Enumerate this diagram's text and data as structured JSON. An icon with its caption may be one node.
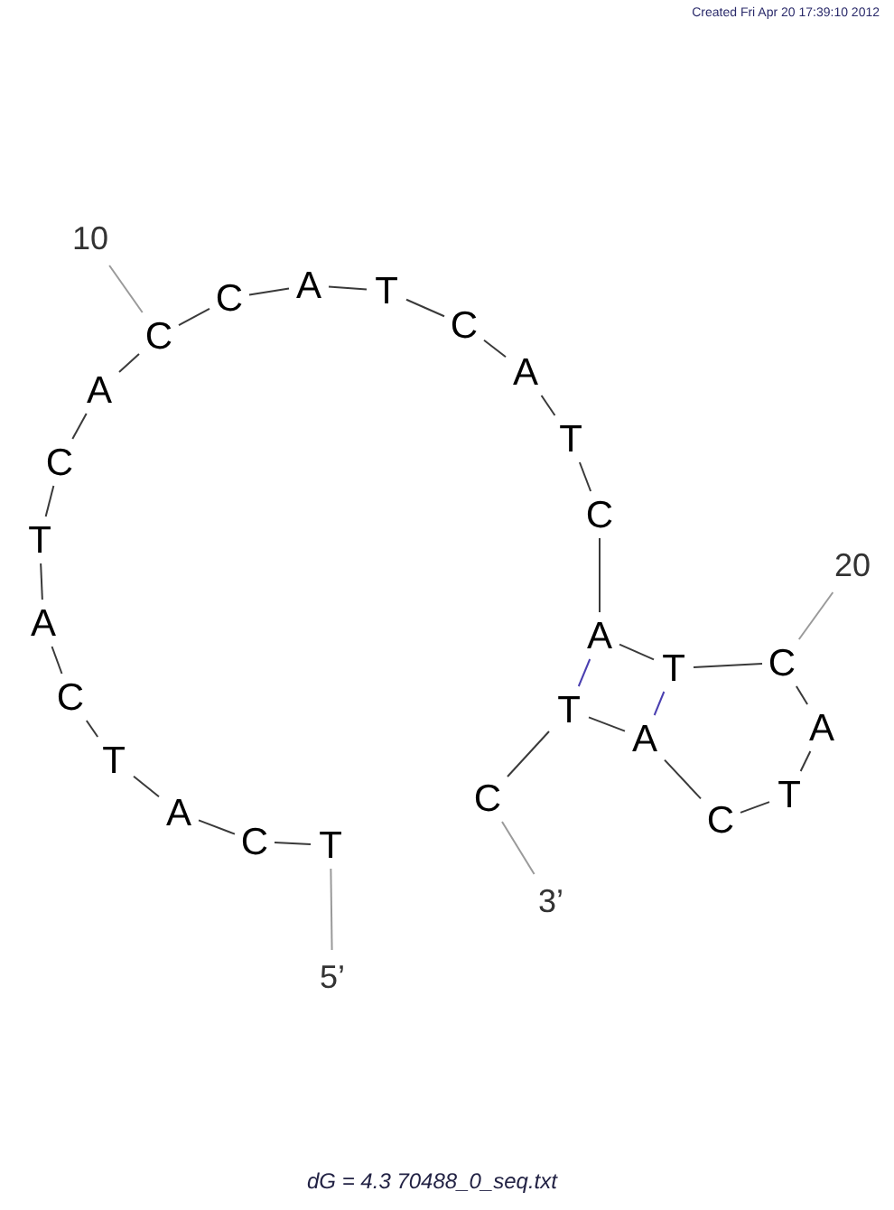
{
  "diagram": {
    "caption": "dG = 4.3 70488_0_seq.txt",
    "nodes": [
      {
        "text": [
          "T"
        ]
      },
      {
        "text": [
          "C"
        ]
      },
      {
        "text": [
          "A"
        ]
      },
      {
        "text": [
          "T"
        ]
      },
      {
        "text": [
          "C"
        ]
      },
      {
        "text": [
          "A"
        ]
      },
      {
        "text": [
          "T"
        ]
      },
      {
        "text": [
          "C"
        ]
      },
      {
        "text": [
          "A"
        ]
      },
      {
        "text": [
          "C"
        ]
      },
      {
        "text": [
          "C"
        ]
      },
      {
        "text": [
          "A"
        ]
      },
      {
        "text": [
          "T"
        ]
      },
      {
        "text": [
          "C"
        ]
      },
      {
        "text": [
          "A"
        ]
      },
      {
        "text": [
          "T"
        ]
      },
      {
        "text": [
          "C"
        ]
      },
      {
        "text": [
          "A"
        ]
      },
      {
        "text": [
          "T"
        ]
      },
      {
        "text": [
          "C"
        ]
      },
      {
        "text": [
          "A"
        ]
      },
      {
        "text": [
          "T"
        ]
      },
      {
        "text": [
          "C"
        ]
      },
      {
        "text": [
          "A"
        ]
      },
      {
        "text": [
          "T"
        ]
      },
      {
        "text": [
          "C"
        ]
      },
      {
        "text": [
          "10"
        ]
      },
      {
        "text": [
          "20"
        ]
      },
      {
        "text": [
          "5’"
        ]
      },
      {
        "text": [
          "3’"
        ]
      }
    ],
    "edges": [
      {
        "from": 0,
        "to": 1,
        "arrow": "none"
      },
      {
        "from": 1,
        "to": 2,
        "arrow": "none"
      },
      {
        "from": 2,
        "to": 3,
        "arrow": "none"
      },
      {
        "from": 3,
        "to": 4,
        "arrow": "none"
      },
      {
        "from": 4,
        "to": 5,
        "arrow": "none"
      },
      {
        "from": 5,
        "to": 6,
        "arrow": "none"
      },
      {
        "from": 6,
        "to": 7,
        "arrow": "none"
      },
      {
        "from": 7,
        "to": 8,
        "arrow": "none"
      },
      {
        "from": 8,
        "to": 9,
        "arrow": "none"
      },
      {
        "from": 9,
        "to": 10,
        "arrow": "none"
      },
      {
        "from": 10,
        "to": 11,
        "arrow": "none"
      },
      {
        "from": 11,
        "to": 12,
        "arrow": "none"
      },
      {
        "from": 12,
        "to": 13,
        "arrow": "none"
      },
      {
        "from": 13,
        "to": 14,
        "arrow": "none"
      },
      {
        "from": 14,
        "to": 15,
        "arrow": "none"
      },
      {
        "from": 15,
        "to": 16,
        "arrow": "none"
      },
      {
        "from": 16,
        "to": 17,
        "arrow": "none"
      },
      {
        "from": 17,
        "to": 18,
        "arrow": "none"
      },
      {
        "from": 18,
        "to": 19,
        "arrow": "none"
      },
      {
        "from": 19,
        "to": 20,
        "arrow": "none"
      },
      {
        "from": 20,
        "to": 21,
        "arrow": "none"
      },
      {
        "from": 21,
        "to": 22,
        "arrow": "none"
      },
      {
        "from": 22,
        "to": 23,
        "arrow": "none"
      },
      {
        "from": 23,
        "to": 24,
        "arrow": "none"
      },
      {
        "from": 24,
        "to": 25,
        "arrow": "none"
      },
      {
        "from": 17,
        "to": 24,
        "arrow": "none",
        "color": "#4a3fb0"
      },
      {
        "from": 18,
        "to": 23,
        "arrow": "none",
        "color": "#4a3fb0"
      },
      {
        "from": 26,
        "to": 9,
        "arrow": "none",
        "color": "#9a9a9a"
      },
      {
        "from": 27,
        "to": 19,
        "arrow": "none",
        "color": "#9a9a9a"
      },
      {
        "from": 28,
        "to": 0,
        "arrow": "none",
        "color": "#9a9a9a"
      },
      {
        "from": 29,
        "to": 25,
        "arrow": "none",
        "color": "#9a9a9a"
      }
    ],
    "labels": [
      "Created Fri Apr 20 17:39:10 2012"
    ]
  }
}
